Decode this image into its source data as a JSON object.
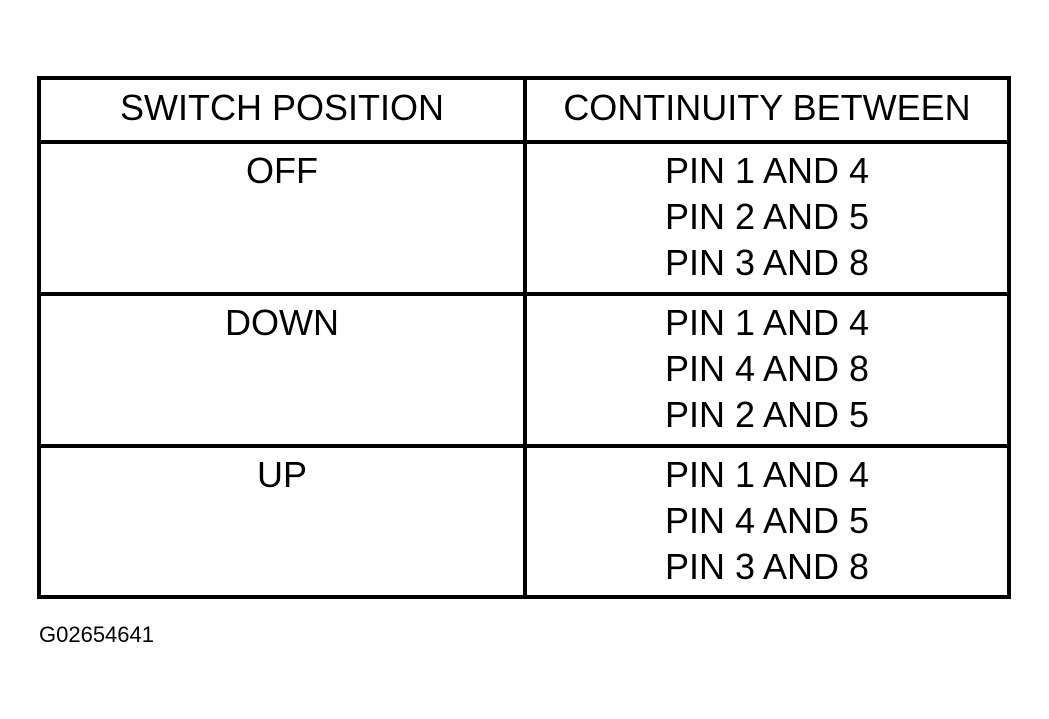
{
  "table": {
    "headers": {
      "switch_position": "SWITCH POSITION",
      "continuity_between": "CONTINUITY BETWEEN"
    },
    "rows": [
      {
        "position": "OFF",
        "continuity": [
          "PIN 1 AND 4",
          "PIN 2 AND 5",
          "PIN 3 AND 8"
        ]
      },
      {
        "position": "DOWN",
        "continuity": [
          "PIN 1 AND 4",
          "PIN 4 AND 8",
          "PIN 2 AND 5"
        ]
      },
      {
        "position": "UP",
        "continuity": [
          "PIN 1 AND 4",
          "PIN 4 AND 5",
          "PIN 3 AND 8"
        ]
      }
    ]
  },
  "figure_id": "G02654641",
  "colors": {
    "ink": "#000000",
    "background": "#ffffff"
  }
}
